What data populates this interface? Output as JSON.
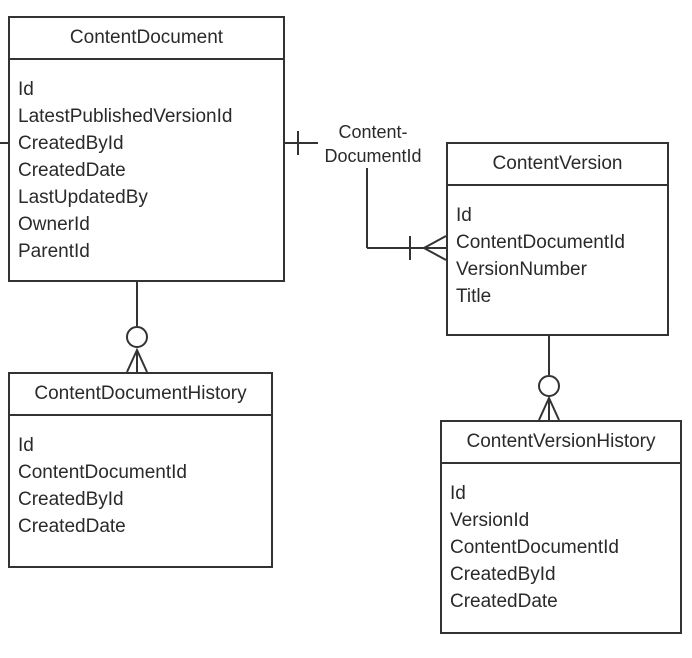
{
  "entities": {
    "content_document": {
      "title": "ContentDocument",
      "fields": [
        "Id",
        "LatestPublishedVersionId",
        "CreatedById",
        "CreatedDate",
        "LastUpdatedBy",
        "OwnerId",
        "ParentId"
      ]
    },
    "content_version": {
      "title": "ContentVersion",
      "fields": [
        "Id",
        "ContentDocumentId",
        "VersionNumber",
        "Title"
      ]
    },
    "content_document_history": {
      "title": "ContentDocumentHistory",
      "fields": [
        "Id",
        "ContentDocumentId",
        "CreatedById",
        "CreatedDate"
      ]
    },
    "content_version_history": {
      "title": "ContentVersionHistory",
      "fields": [
        "Id",
        "VersionId",
        "ContentDocumentId",
        "CreatedById",
        "CreatedDate"
      ]
    }
  },
  "relationships": {
    "document_to_version": {
      "label_line1": "Content-",
      "label_line2": "DocumentId"
    }
  },
  "colors": {
    "line": "#333333",
    "text": "#2a2a2a",
    "background": "#ffffff"
  }
}
